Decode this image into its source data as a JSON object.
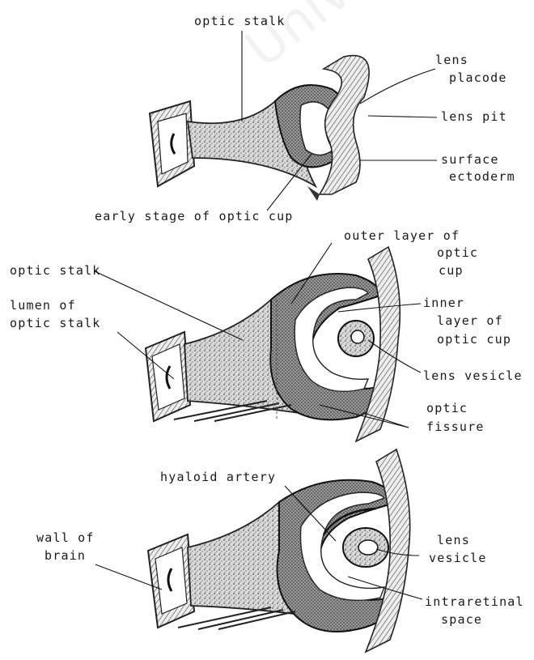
{
  "watermark": "Univers",
  "diagram1": {
    "optic_stalk": "optic stalk",
    "lens_placode_1": "lens",
    "lens_placode_2": "placode",
    "lens_pit": "lens pit",
    "surface_ectoderm_1": "surface",
    "surface_ectoderm_2": "ectoderm",
    "caption": "early stage of optic cup"
  },
  "diagram2": {
    "outer_layer_1": "outer layer of",
    "outer_layer_2": "optic",
    "outer_layer_3": "cup",
    "optic_stalk": "optic stalk",
    "lumen_1": "lumen of",
    "lumen_2": "optic stalk",
    "inner_layer_1": "inner",
    "inner_layer_2": "layer of",
    "inner_layer_3": "optic cup",
    "lens_vesicle": "lens vesicle",
    "optic_fissure_1": "optic",
    "optic_fissure_2": "fissure"
  },
  "diagram3": {
    "hyaloid_artery": "hyaloid artery",
    "wall_of_brain_1": "wall of",
    "wall_of_brain_2": "brain",
    "lens_vesicle_1": "lens",
    "lens_vesicle_2": "vesicle",
    "intraretinal_1": "intraretinal",
    "intraretinal_2": "space"
  }
}
